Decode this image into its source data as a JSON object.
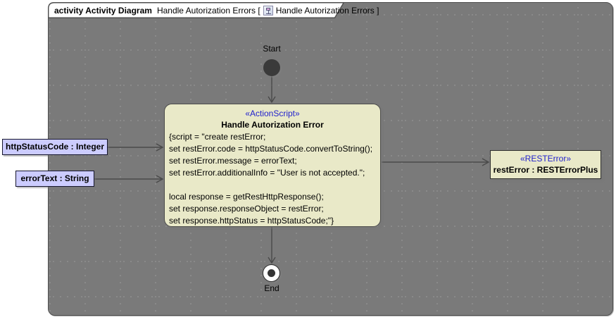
{
  "tab": {
    "kind": "activity Activity Diagram",
    "name": "Handle Autorization Errors [",
    "ref": "Handle Autorization Errors ]"
  },
  "nodes": {
    "start": {
      "label": "Start"
    },
    "end": {
      "label": "End"
    },
    "action": {
      "stereotype": "«ActionScript»",
      "title": "Handle Autorization Error",
      "script_lines": [
        "{script = \"create restError;",
        "set restError.code = httpStatusCode.convertToString();",
        "set restError.message = errorText;",
        "set restError.additionalInfo = \"User is not accepted.\";",
        "",
        "local response = getRestHttpResponse();",
        "set response.responseObject = restError;",
        "set response.httpStatus = httpStatusCode;\"}"
      ]
    },
    "pins": [
      {
        "label": "httpStatusCode : Integer"
      },
      {
        "label": "errorText : String"
      }
    ],
    "result": {
      "stereotype": "«RESTError»",
      "name": "restError : RESTErrorPlus"
    }
  },
  "colors": {
    "node_fill": "#e9e9c8",
    "pin_fill": "#ccccfe",
    "stereotype_text": "#1e1ecd",
    "frame_border": "#4f4f4f",
    "grid_dot": "#8c8c8c",
    "start_node_fill": "#3a3a3a"
  }
}
